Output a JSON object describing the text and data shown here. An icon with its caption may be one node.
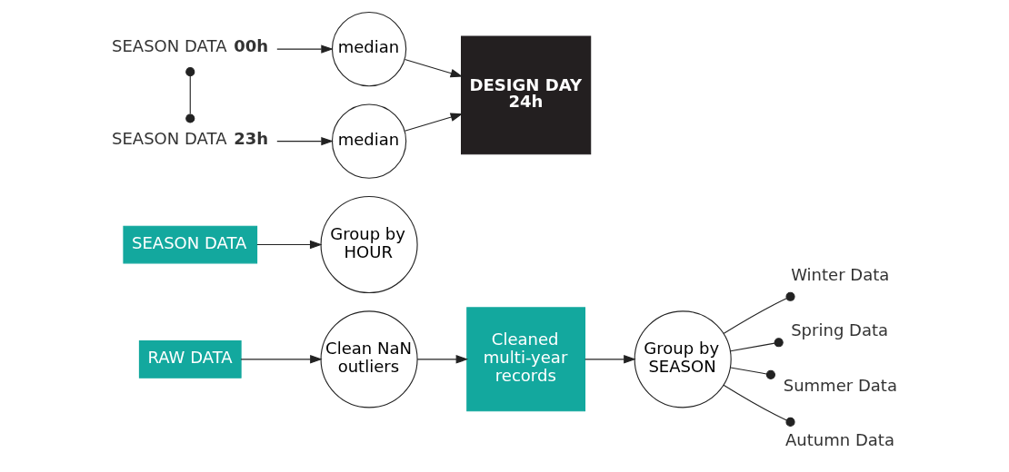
{
  "diagram": {
    "nodes": [
      {
        "text": [
          "RAW DATA"
        ]
      },
      {
        "text": [
          "Clean NaN outliers"
        ]
      },
      {
        "text": [
          "Cleaned multi-year records"
        ]
      },
      {
        "text": [
          "Group by SEASON"
        ]
      },
      {
        "text": [
          "Winter Data"
        ]
      },
      {
        "text": [
          "Spring Data"
        ]
      },
      {
        "text": [
          "Summer Data"
        ]
      },
      {
        "text": [
          "Autumn Data"
        ]
      },
      {
        "text": [
          "SEASON DATA"
        ]
      },
      {
        "text": [
          "Group by HOUR"
        ]
      },
      {
        "text": [
          "SEASON DATA **00h**"
        ]
      },
      {
        "text": [
          "SEASON DATA **23h**"
        ]
      },
      {
        "text": [
          "median"
        ]
      },
      {
        "text": [
          "median"
        ]
      },
      {
        "text": [
          "DESIGN DAY 24h"
        ]
      }
    ],
    "edges": [
      {
        "from": 0,
        "to": 1,
        "arrow": "to"
      },
      {
        "from": 1,
        "to": 2,
        "arrow": "to"
      },
      {
        "from": 2,
        "to": 3,
        "arrow": "to"
      },
      {
        "from": 3,
        "to": 4,
        "arrow": "other"
      },
      {
        "from": 3,
        "to": 5,
        "arrow": "other"
      },
      {
        "from": 3,
        "to": 6,
        "arrow": "other"
      },
      {
        "from": 3,
        "to": 7,
        "arrow": "other"
      },
      {
        "from": 8,
        "to": 9,
        "arrow": "to"
      },
      {
        "from": 10,
        "to": 11,
        "arrow": "other"
      },
      {
        "from": 10,
        "to": 12,
        "arrow": "to"
      },
      {
        "from": 11,
        "to": 13,
        "arrow": "to"
      },
      {
        "from": 12,
        "to": 14,
        "arrow": "to"
      },
      {
        "from": 13,
        "to": 14,
        "arrow": "to"
      }
    ]
  }
}
